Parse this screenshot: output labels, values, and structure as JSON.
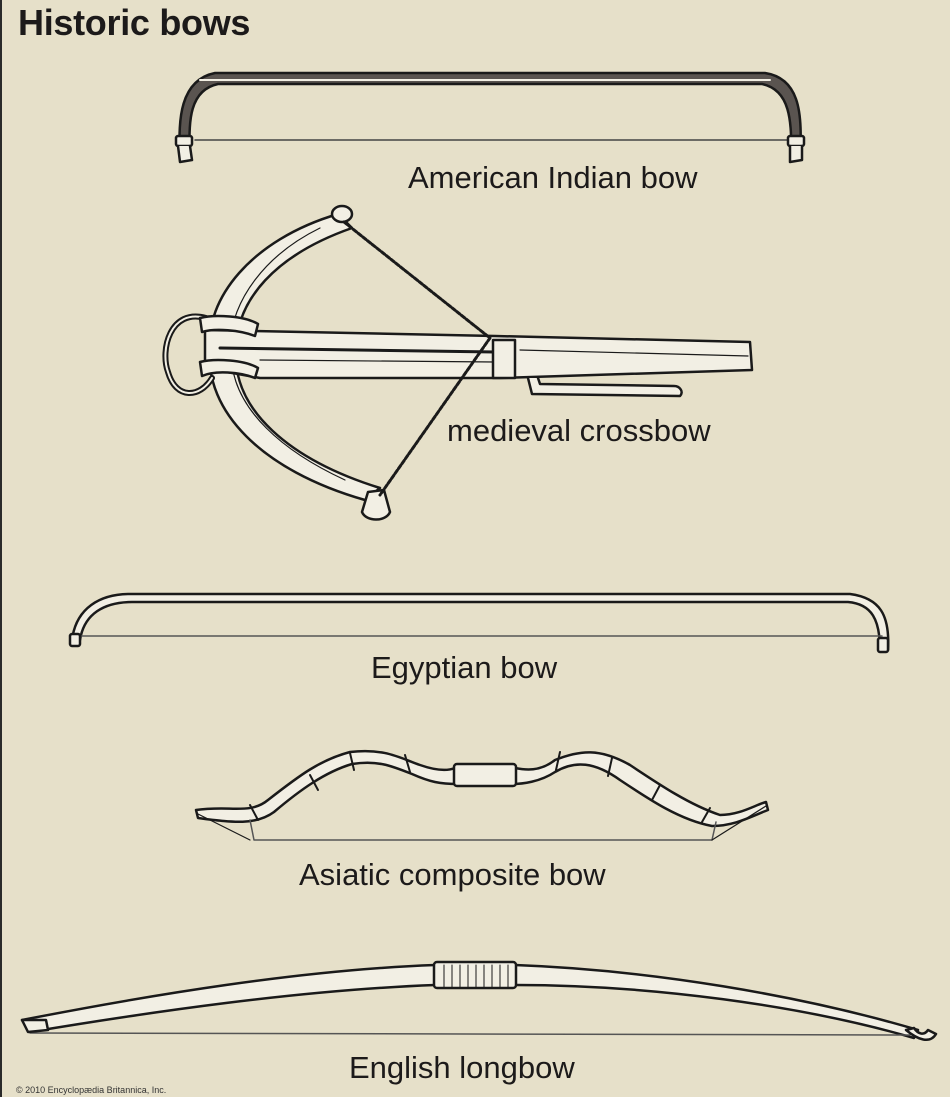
{
  "title": "Historic bows",
  "bows": [
    {
      "id": "american-indian",
      "label": "American Indian bow"
    },
    {
      "id": "medieval-crossbow",
      "label": "medieval crossbow"
    },
    {
      "id": "egyptian",
      "label": "Egyptian bow"
    },
    {
      "id": "asiatic-composite",
      "label": "Asiatic composite bow"
    },
    {
      "id": "english-longbow",
      "label": "English longbow"
    }
  ],
  "copyright": "© 2010 Encyclopædia Britannica, Inc.",
  "colors": {
    "background": "#e6e0c9",
    "ink": "#1c1a1a",
    "wood": "#f2efe4"
  }
}
